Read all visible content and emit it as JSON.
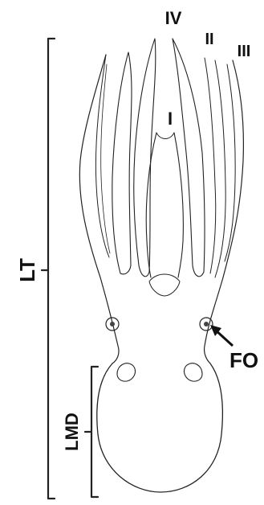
{
  "figure": {
    "labels": {
      "arm_iv": "IV",
      "arm_ii": "II",
      "arm_iii": "III",
      "arm_i": "I",
      "total_length": "LT",
      "mantle_length": "LMD",
      "funnel_organ": "FO"
    },
    "colors": {
      "ink": "#222222",
      "label": "#111111",
      "background": "#ffffff"
    }
  }
}
